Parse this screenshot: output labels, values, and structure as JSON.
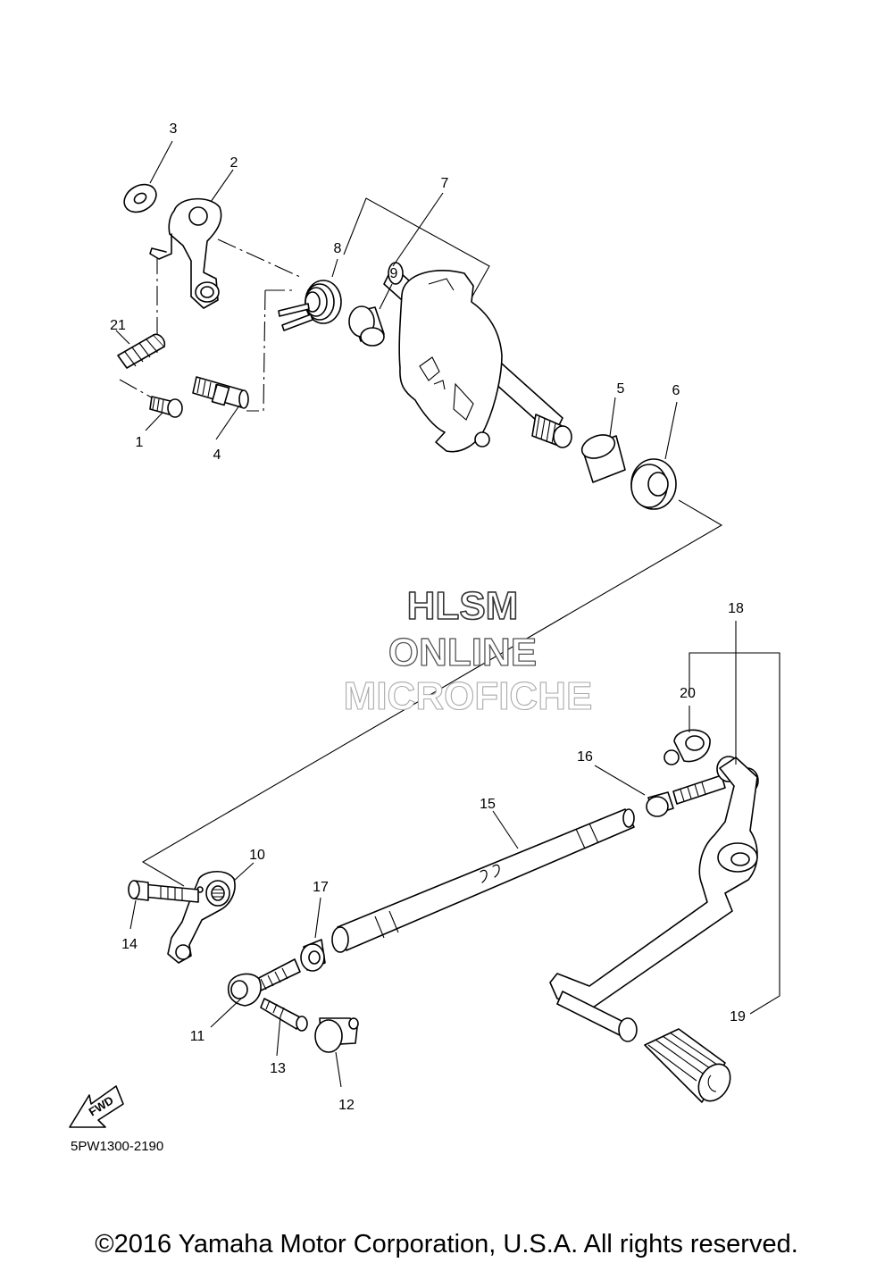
{
  "callouts": [
    "1",
    "2",
    "3",
    "4",
    "5",
    "6",
    "7",
    "8",
    "9",
    "10",
    "11",
    "12",
    "13",
    "14",
    "15",
    "16",
    "17",
    "18",
    "19",
    "20",
    "21"
  ],
  "watermark": {
    "line1": "HLSM",
    "line2": "ONLINE",
    "line3": "MICROFICHE"
  },
  "fwd_label": "FWD",
  "diagram_code": "5PW1300-2190",
  "copyright": "©2016 Yamaha Motor Corporation, U.S.A. All rights reserved."
}
